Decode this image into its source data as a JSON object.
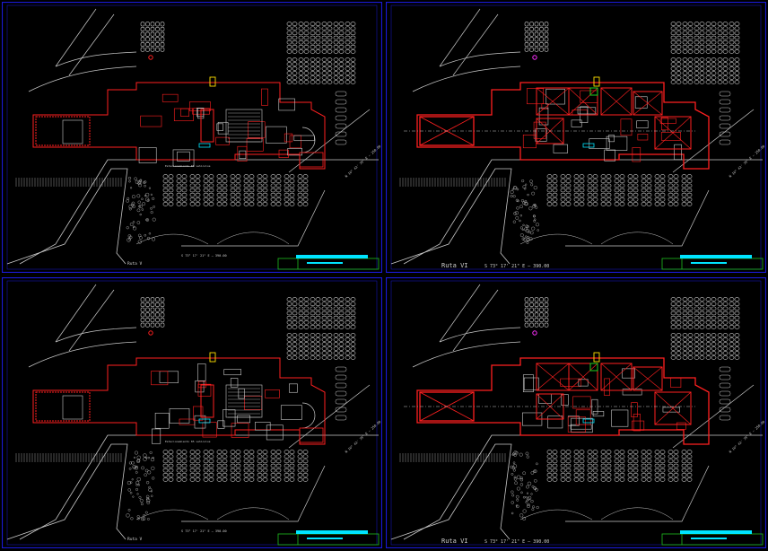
{
  "colors": {
    "background": "#000000",
    "frame": "#1a1ad6",
    "linework": "#c8c8c8",
    "walls": "#ff2020",
    "titleblock": "#20c020",
    "accent": "#00e5ff",
    "yellow": "#ffe000",
    "magenta": "#ff30ff"
  },
  "sheets": [
    {
      "id": "sheet-1",
      "variant": "plan",
      "road_label": "Ruta V",
      "bearing_label": "S 73° 17' 21\" E — 390.00",
      "side_bearing_label": "N 16° 42' 39\" E — 250.00",
      "section_label": "Estacionamiento 85 vehiculos"
    },
    {
      "id": "sheet-2",
      "variant": "structure",
      "road_label": "Ruta VI",
      "bearing_label": "S 73° 17' 21\" E — 390.00",
      "side_bearing_label": "N 16° 42' 39\" E — 250.00",
      "section_label": ""
    },
    {
      "id": "sheet-3",
      "variant": "plan",
      "road_label": "Ruta V",
      "bearing_label": "S 73° 17' 21\" E — 390.00",
      "side_bearing_label": "N 16° 42' 39\" E — 250.00",
      "section_label": "Estacionamiento 85 vehiculos"
    },
    {
      "id": "sheet-4",
      "variant": "structure",
      "road_label": "Ruta VI",
      "bearing_label": "S 73° 17' 21\" E — 390.00",
      "side_bearing_label": "N 16° 42' 39\" E — 250.00",
      "section_label": ""
    }
  ]
}
